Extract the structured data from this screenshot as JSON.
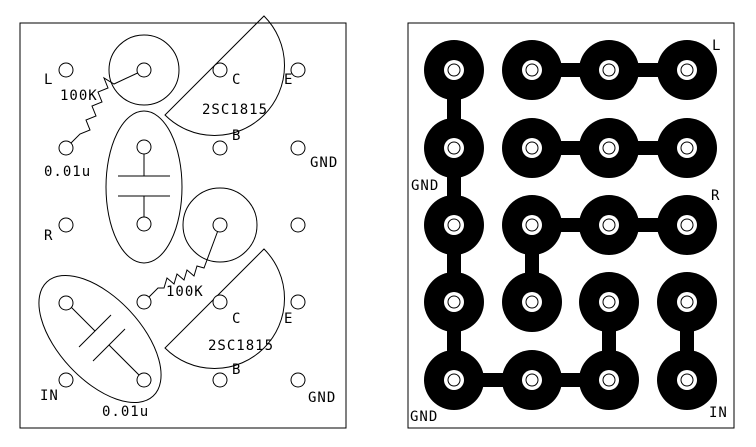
{
  "component_layout": {
    "labels": {
      "l": "L",
      "r": "R",
      "in": "IN",
      "gnd_top": "GND",
      "gnd_bottom": "GND",
      "res_top": "100K",
      "res_bottom": "100K",
      "cap_top": "0.01u",
      "cap_bottom": "0.01u",
      "transistor_top": "2SC1815",
      "transistor_bottom": "2SC1815",
      "c_top": "C",
      "e_top": "E",
      "b_top": "B",
      "c_bottom": "C",
      "e_bottom": "E",
      "b_bottom": "B"
    }
  },
  "copper_layout": {
    "labels": {
      "l": "L",
      "r": "R",
      "gnd_top": "GND",
      "gnd_bottom": "GND",
      "in": "IN"
    }
  }
}
